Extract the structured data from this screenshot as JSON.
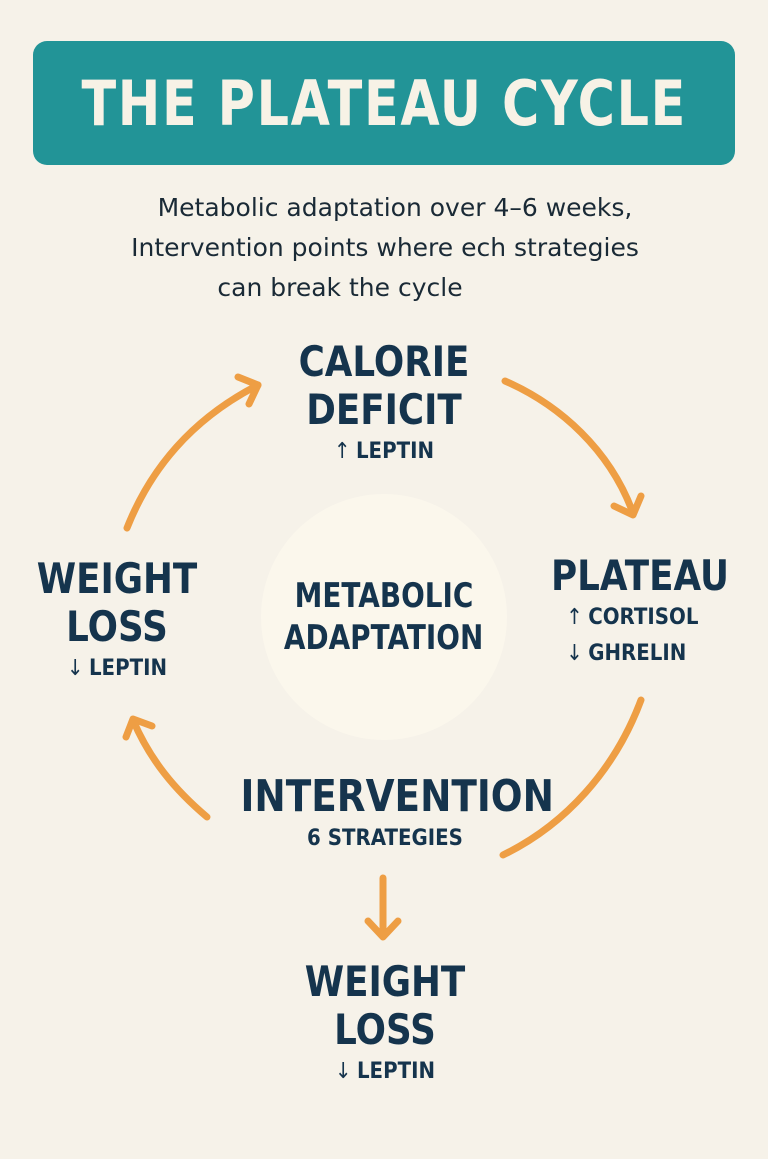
{
  "header": {
    "title": "THE PLATEAU CYCLE"
  },
  "subtitle": {
    "line1": "Metabolic adaptation over 4–6 weeks,",
    "line2": "Intervention points where ech strategies",
    "line3": "can break the cycle"
  },
  "center": {
    "line1": "METABOLIC",
    "line2": "ADAPTATION"
  },
  "nodes": {
    "calorie_deficit": {
      "title_line1": "CALORIE",
      "title_line2": "DEFICIT",
      "hormones": [
        {
          "direction_icon": "↑",
          "label": "LEPTIN"
        }
      ]
    },
    "plateau": {
      "title": "PLATEAU",
      "hormones": [
        {
          "direction_icon": "↑",
          "label": "CORTISOL"
        },
        {
          "direction_icon": "↓",
          "label": "GHRELIN"
        }
      ]
    },
    "weight_loss_left": {
      "title_line1": "WEIGHT",
      "title_line2": "LOSS",
      "hormones": [
        {
          "direction_icon": "↓",
          "label": "LEPTIN"
        }
      ]
    },
    "intervention": {
      "title": "INTERVENTION",
      "subtitle": "6 STRATEGIES"
    },
    "weight_loss_bottom": {
      "title_line1": "WEIGHT",
      "title_line2": "LOSS",
      "hormones": [
        {
          "direction_icon": "↓",
          "label": "LEPTIN"
        }
      ]
    }
  },
  "colors": {
    "background": "#f6f2e9",
    "banner": "#229497",
    "banner_text": "#f7f2e6",
    "text": "#15344d",
    "arrow": "#ee9e44",
    "center_circle": "#fbf7ec"
  }
}
